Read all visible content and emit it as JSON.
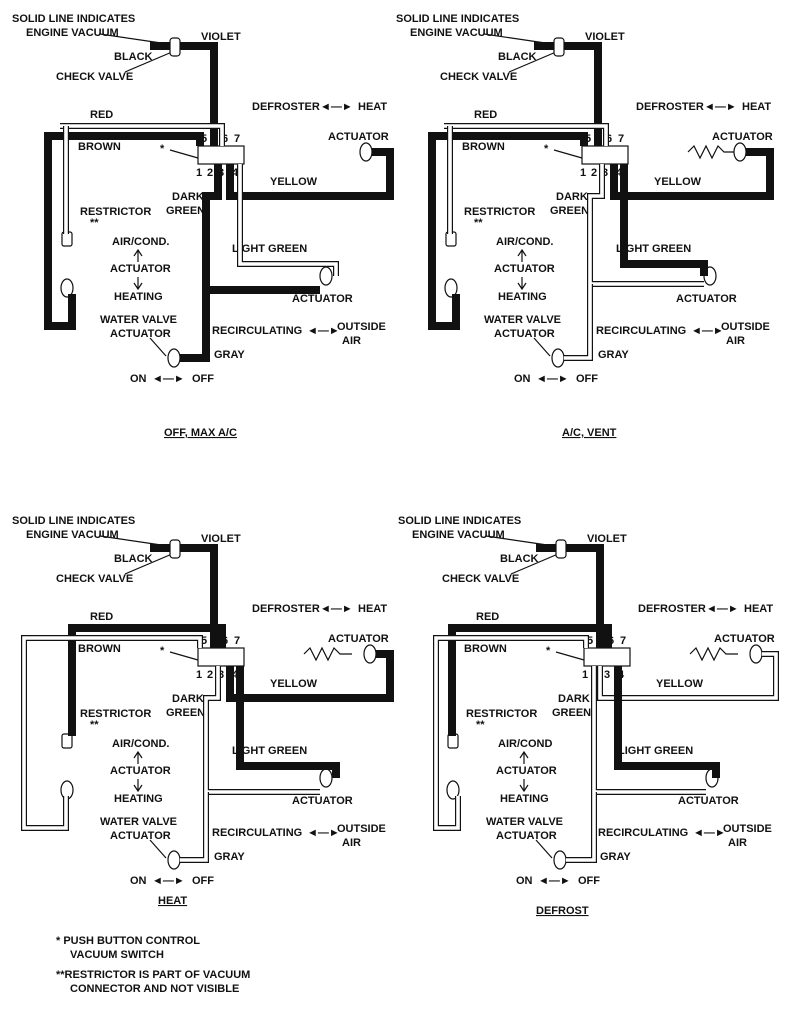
{
  "labels": {
    "solid_line_1": "SOLID LINE INDICATES",
    "solid_line_2": "ENGINE VACUUM",
    "violet": "VIOLET",
    "black": "BLACK",
    "check_valve": "CHECK VALVE",
    "defroster_heat_left": "DEFROSTER",
    "defroster_heat_right": "HEAT",
    "red": "RED",
    "brown": "BROWN",
    "actuator": "ACTUATOR",
    "star": "*",
    "yellow": "YELLOW",
    "dark": "DARK",
    "green": "GREEN",
    "restrictor": "RESTRICTOR",
    "double_star": "**",
    "air_cond": "AIR/COND.",
    "air_cond_defrost": "AIR/COND",
    "heating": "HEATING",
    "light_green": "LIGHT GREEN",
    "water_valve": "WATER VALVE",
    "recirculating": "RECIRCULATING",
    "outside": "OUTSIDE",
    "air": "AIR",
    "gray": "GRAY",
    "on": "ON",
    "off": "OFF",
    "n1": "1",
    "n2": "2",
    "n3": "3",
    "n4": "4",
    "n5": "5",
    "n6": "6",
    "n7": "7"
  },
  "diagrams": [
    {
      "title": "OFF, MAX A/C"
    },
    {
      "title": "A/C, VENT"
    },
    {
      "title": "HEAT"
    },
    {
      "title": "DEFROST"
    }
  ],
  "footnotes": {
    "note1_line1": "* PUSH BUTTON CONTROL",
    "note1_line2": "VACUUM SWITCH",
    "note2_line1": "**RESTRICTOR IS PART OF VACUUM",
    "note2_line2": "CONNECTOR AND NOT VISIBLE"
  }
}
